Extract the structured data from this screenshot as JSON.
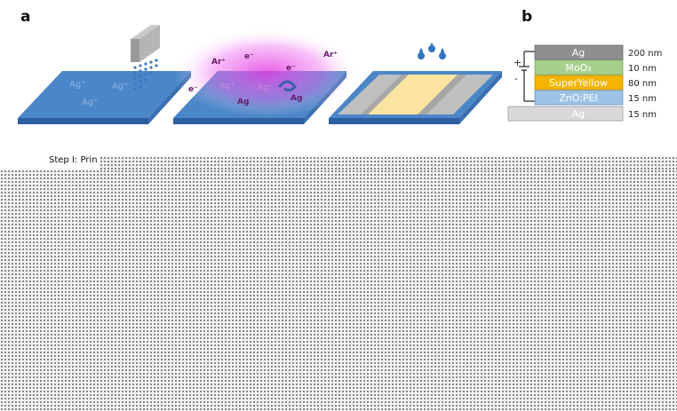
{
  "panels": {
    "a": "a",
    "b": "b"
  },
  "step_caption": "Step I: Prin",
  "substrate1": {
    "ions": [
      "Ag⁺",
      "Ag⁺",
      "Ag⁺"
    ]
  },
  "substrate2": {
    "labels": [
      "Ar⁺",
      "e⁻",
      "Ar⁺",
      "e⁻",
      "e⁻",
      "Ag⁺",
      "Ag⁺",
      "Ag",
      "Ag"
    ]
  },
  "stack": {
    "polarity": {
      "plus": "+",
      "minus": "-"
    },
    "layers": [
      {
        "name": "Ag",
        "thickness": "200 nm",
        "color": "#8f8f8f"
      },
      {
        "name": "MoO₃",
        "thickness": "10 nm",
        "color": "#a8d08d"
      },
      {
        "name": "SuperYellow",
        "thickness": "80 nm",
        "color": "#f4b400"
      },
      {
        "name": "ZnO:PEI",
        "thickness": "15 nm",
        "color": "#9dc3e6"
      },
      {
        "name": "Ag",
        "thickness": "15 nm",
        "color": "#d9d9d9"
      }
    ]
  }
}
